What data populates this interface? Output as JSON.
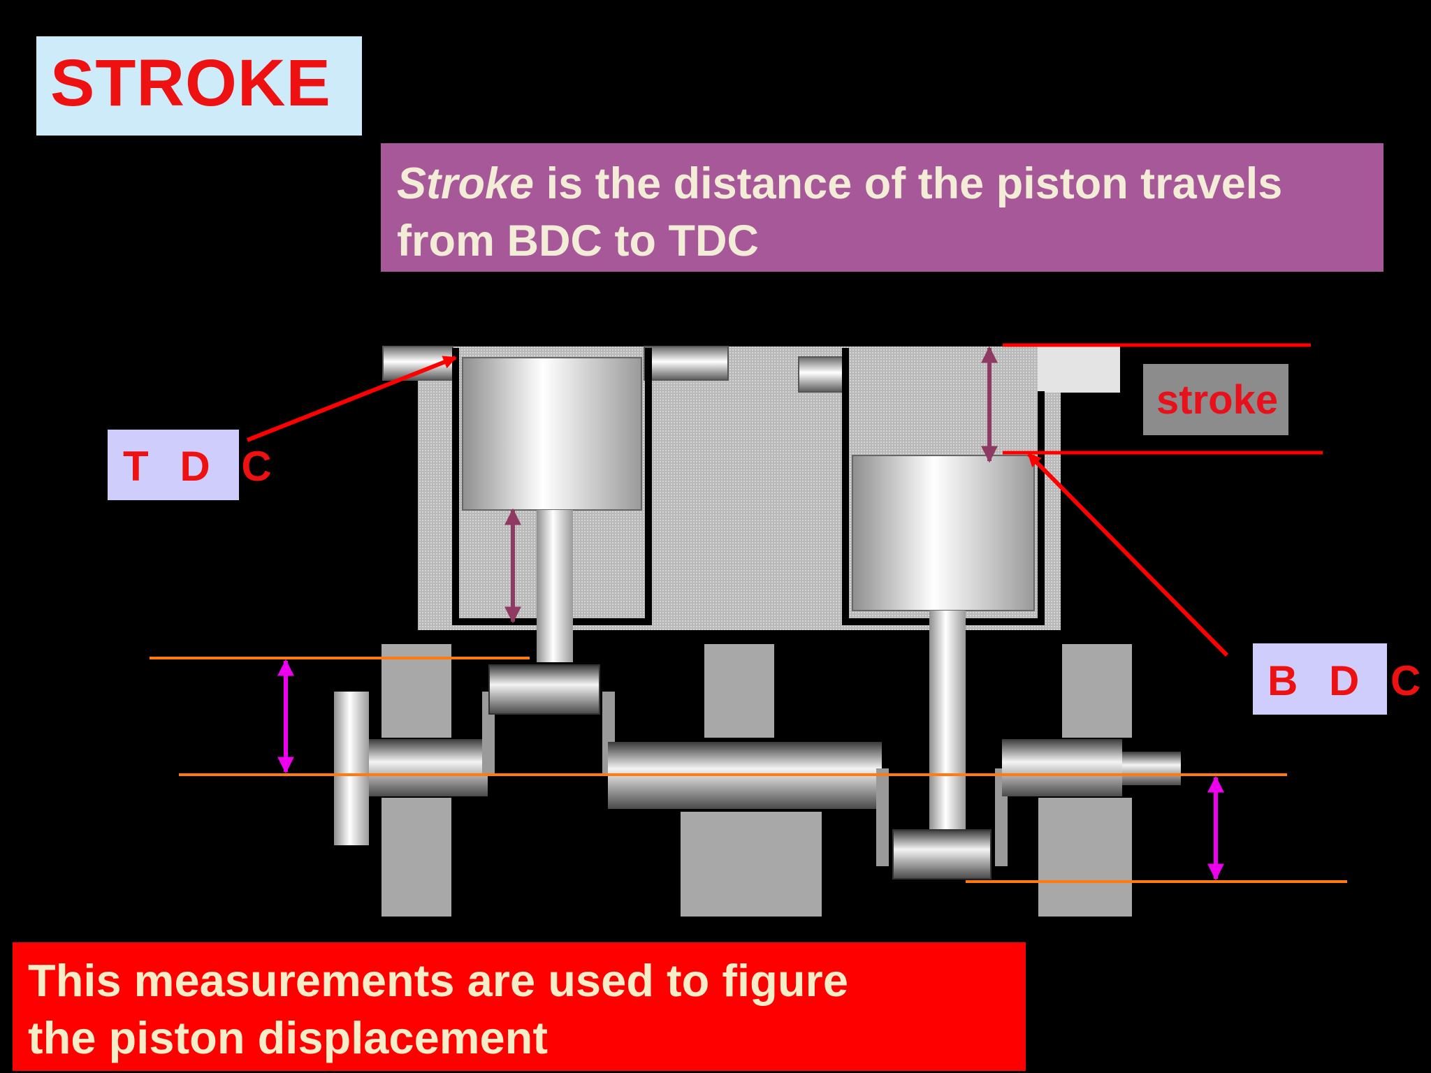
{
  "title": "STROKE",
  "definition": {
    "term": "Stroke",
    "line1_rest": " is the distance of the piston  travels",
    "line2": " from BDC to TDC"
  },
  "labels": {
    "tdc": "T D C",
    "bdc": "B D C",
    "stroke": "stroke"
  },
  "footer": {
    "line1": "This measurements are used to figure",
    "line2": " the piston displacement"
  },
  "colors": {
    "title_box": "#cdebf8",
    "title_text": "#ee1111",
    "definition_box": "#a65898",
    "footer_box": "#ff0000",
    "pointer_lines": "#ff0000",
    "reference_lines": "#ff7a10",
    "crank_throw_arrows": "#ee00ee",
    "stroke_arrows": "#8e3a62"
  }
}
